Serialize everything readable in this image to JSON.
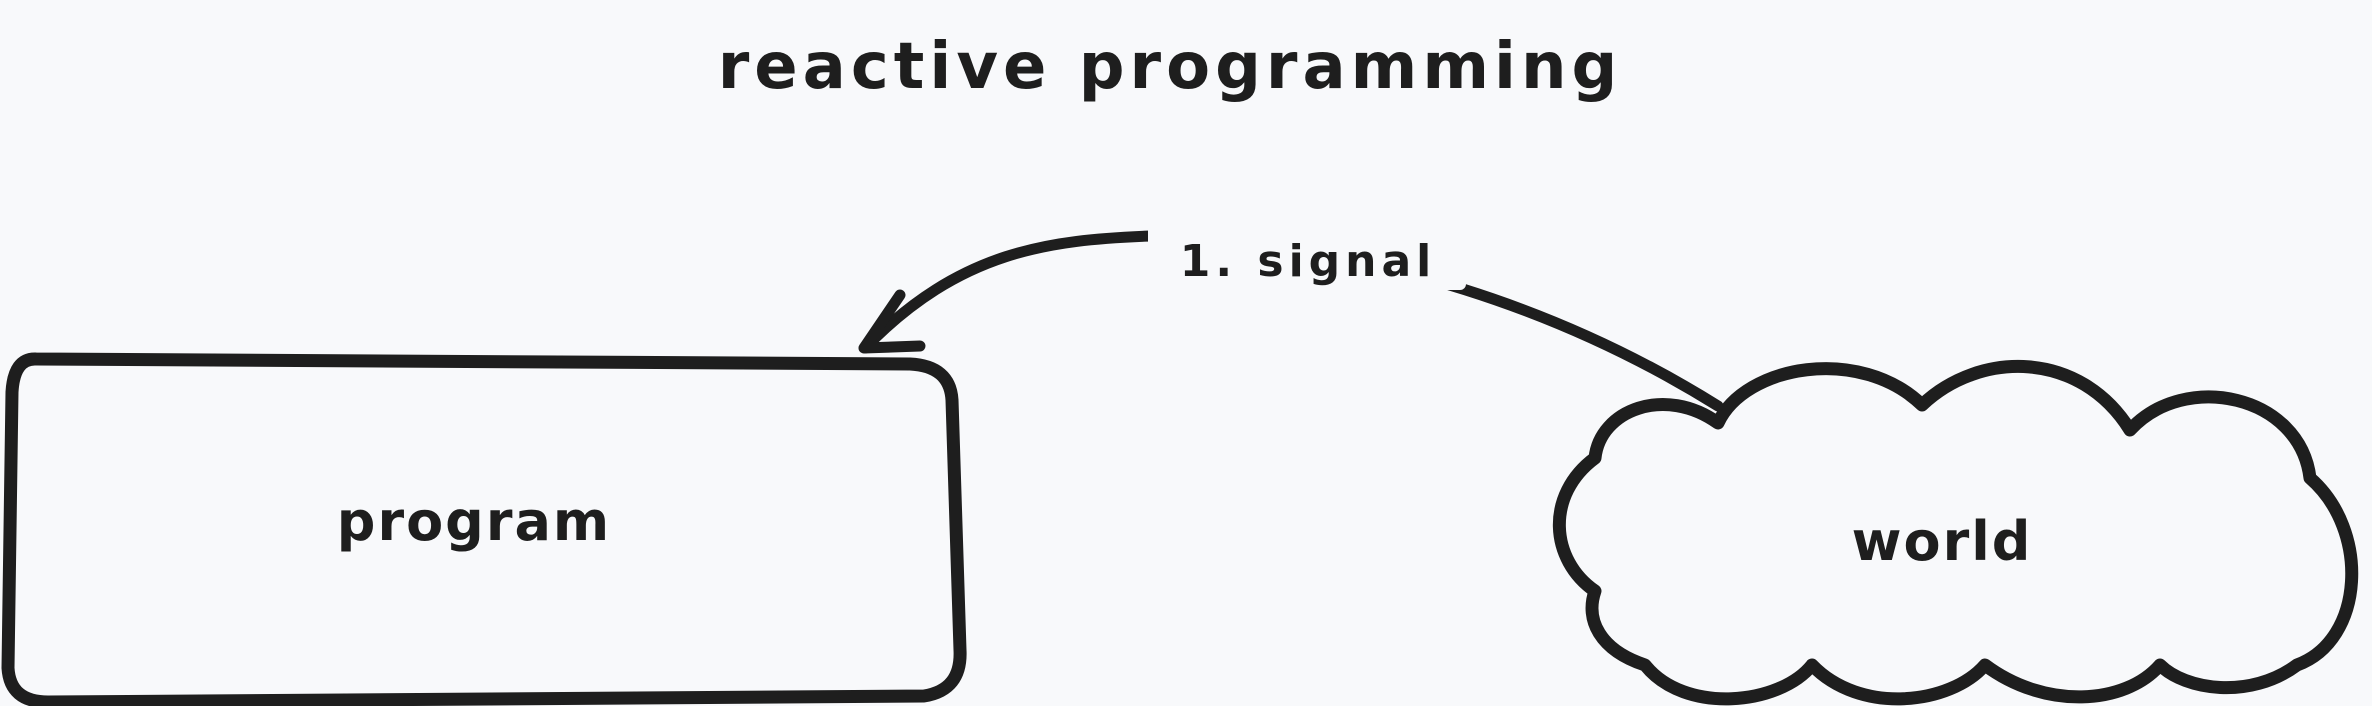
{
  "diagram": {
    "title": "reactive programming",
    "nodes": [
      {
        "id": "program",
        "label": "program",
        "shape": "rectangle"
      },
      {
        "id": "world",
        "label": "world",
        "shape": "cloud"
      }
    ],
    "edges": [
      {
        "from": "world",
        "to": "program",
        "label": "1. signal"
      }
    ],
    "colors": {
      "background": "#f8f9fb",
      "ink": "#1e1e1e"
    }
  }
}
